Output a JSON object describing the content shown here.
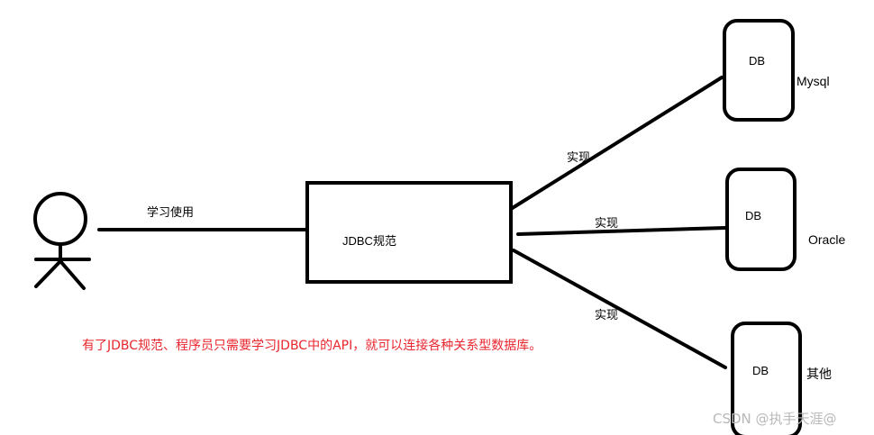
{
  "spec_box": {
    "label": "JDBC规范"
  },
  "user_edge": {
    "label": "学习使用"
  },
  "databases": [
    {
      "box_label": "DB",
      "name": "Mysql",
      "edge_label": "实现"
    },
    {
      "box_label": "DB",
      "name": "Oracle",
      "edge_label": "实现"
    },
    {
      "box_label": "DB",
      "name": "其他",
      "edge_label": "实现"
    }
  ],
  "note": "有了JDBC规范、程序员只需要学习JDBC中的API，就可以连接各种关系型数据库。",
  "watermark": "CSDN @执手天涯@",
  "colors": {
    "note": "#e8262e",
    "stroke": "#000000",
    "watermark": "#b8b8b8"
  },
  "icons": {
    "user": "stick-figure-icon"
  }
}
